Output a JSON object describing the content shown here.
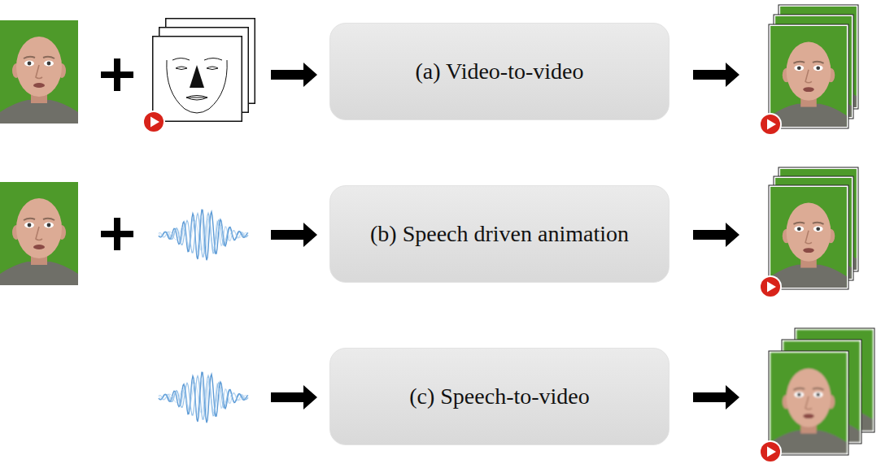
{
  "diagram": {
    "nodes": [
      {
        "text": [
          "(a) Video-to-video"
        ]
      },
      {
        "text": [
          "(b) Speech driven animation"
        ]
      },
      {
        "text": [
          "(c) Speech-to-video"
        ]
      }
    ]
  }
}
